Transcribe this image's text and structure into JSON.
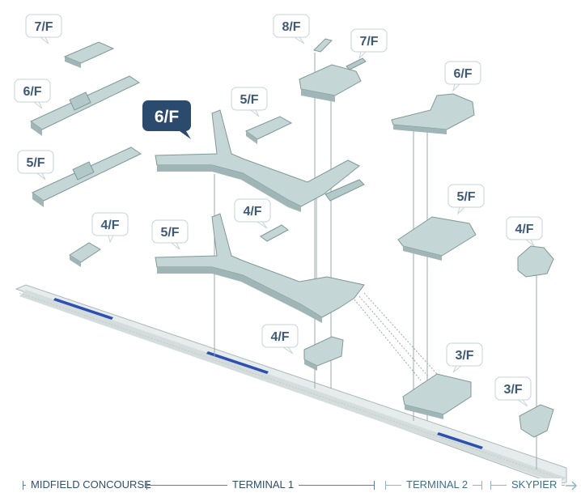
{
  "floors": {
    "mc_7": "7/F",
    "mc_6": "6/F",
    "mc_5": "5/F",
    "mc_4": "4/F",
    "t1_8": "8/F",
    "t1_7": "7/F",
    "t1_6": "6/F",
    "t1_5a": "5/F",
    "t1_4a": "4/F",
    "t1_5b": "5/F",
    "t1_4b": "4/F",
    "t2_6": "6/F",
    "t2_5": "5/F",
    "t2_3": "3/F",
    "sky_4": "4/F",
    "sky_3": "3/F"
  },
  "zones": {
    "midfield": "MIDFIELD CONCOURSE",
    "terminal1": "TERMINAL 1",
    "terminal2": "TERMINAL 2",
    "skypier": "SKYPIER"
  },
  "active_floor": "t1_6",
  "colors": {
    "building": "#c4d6d6",
    "building_dark": "#9fb5b6",
    "building_edge": "#7f9899",
    "train": "#2d4fb0",
    "track": "#e9eeee",
    "tag_active": "#2a4a6e",
    "connector": "#9aa9aa"
  },
  "icons": {
    "arrow": "arrow-right-icon"
  }
}
